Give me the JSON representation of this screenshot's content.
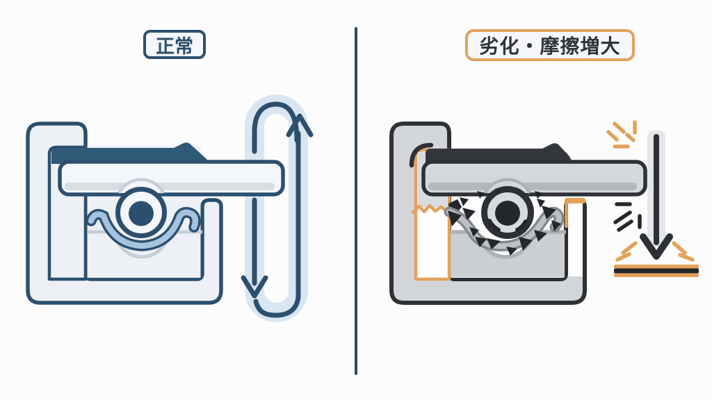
{
  "page": {
    "background": "#fcfcfc"
  },
  "divider": {
    "color": "#2e4a63"
  },
  "panels": {
    "normal": {
      "label": "正常",
      "theme": "blue"
    },
    "degraded": {
      "label": "劣化・摩擦増大",
      "theme": "orange"
    }
  },
  "colors": {
    "bg": "#fcfcfc",
    "navy": "#2c4f6e",
    "navy-dark": "#2e5977",
    "left-base": "#edf1f6",
    "left-rail": "#f3f6fa",
    "left-rail-shadow": "#d8dde3",
    "spring-blue": "#a5c3de",
    "recess-gray": "#c6cfd7",
    "halo-blue": "#d9e6f1",
    "divider-navy": "#2e4a63",
    "label-bg": "#f5f7fa",
    "ink": "#2d3034",
    "ink-deep": "#24272b",
    "cap-dark": "#33373c",
    "right-base": "#d3d6d9",
    "right-rail": "#d5d8db",
    "right-rail-shadow": "#b4b8bc",
    "right-roller": "#d8dbde",
    "white": "#fdfdfe",
    "pocket-worn": "#cbcfd2",
    "wall-upper-worn": "#d9dcdf",
    "spring-gray-edge": "#83888d",
    "spring-gray": "#bcc1c5",
    "recess-gray-right": "#adb2b7",
    "halo-gray": "#e4e6e9",
    "orange": "#e2a25c",
    "label-text-dark": "#2e3338"
  }
}
